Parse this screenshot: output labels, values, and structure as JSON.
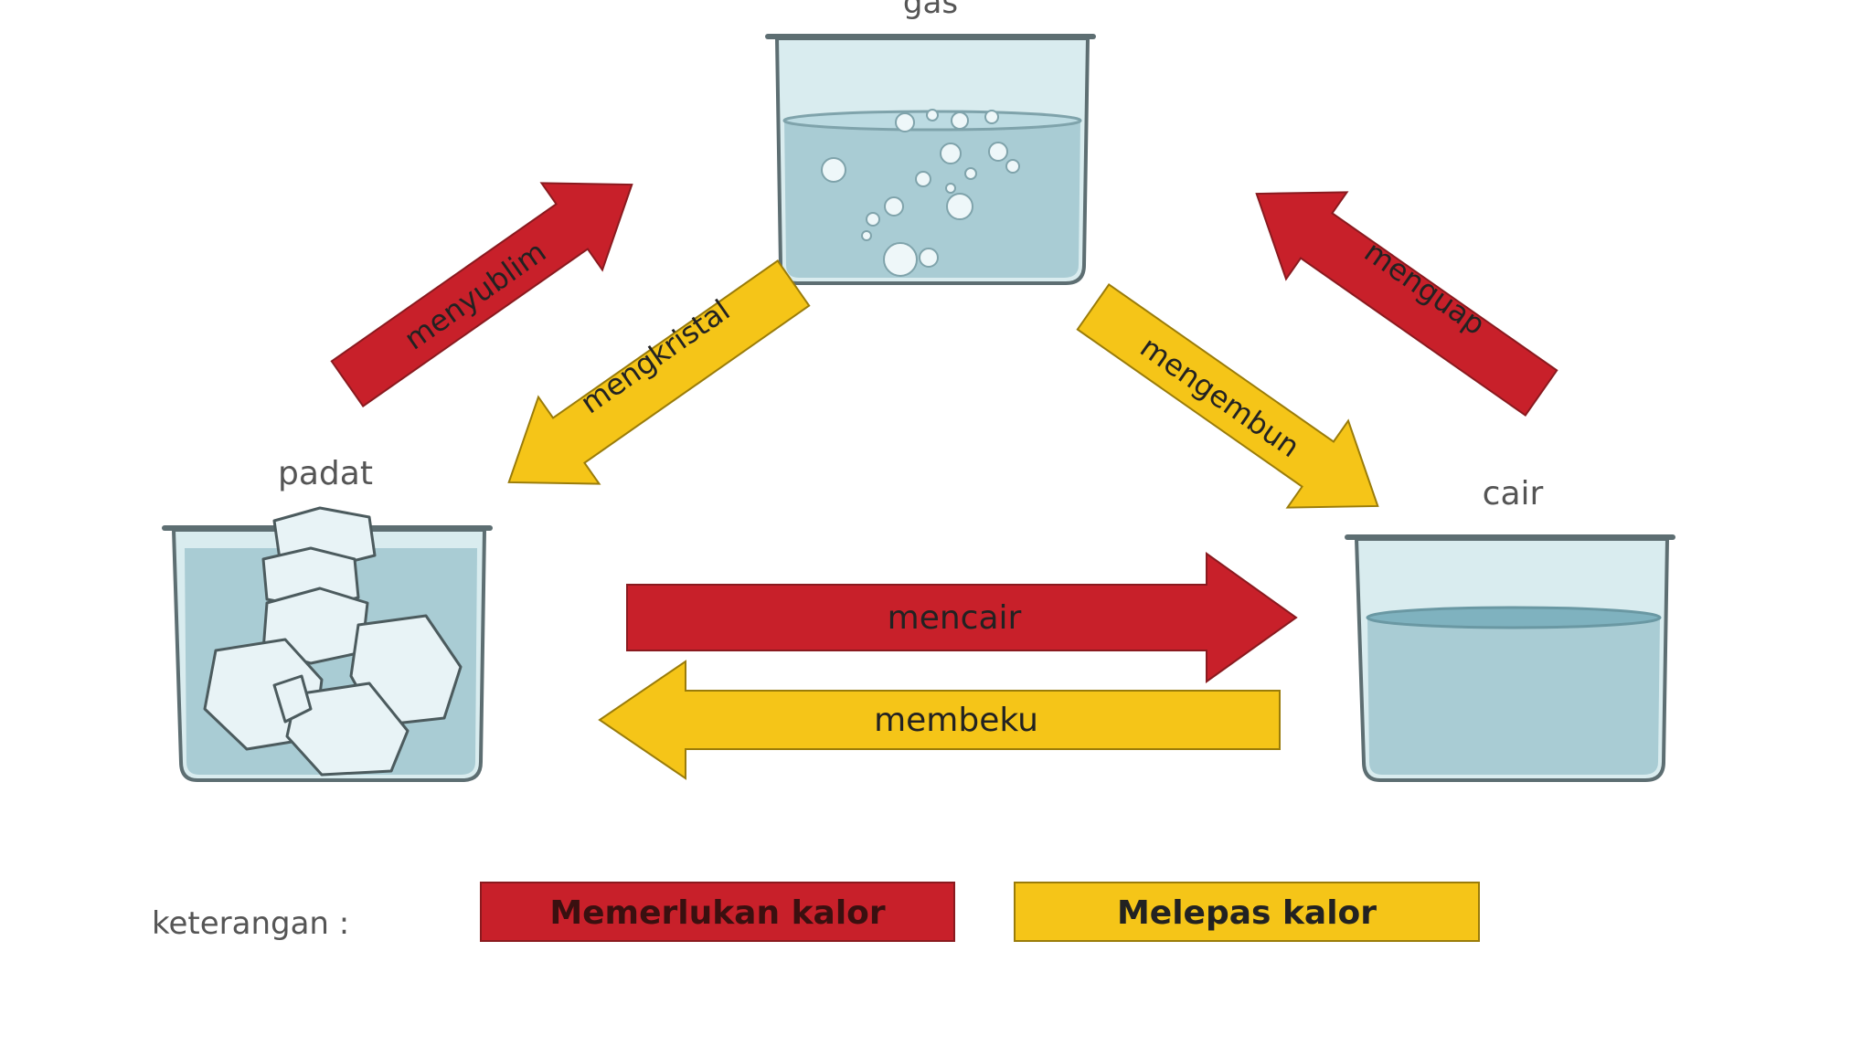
{
  "diagram": {
    "states": {
      "gas": "gas",
      "solid": "padat",
      "liquid": "cair"
    },
    "processes": {
      "sublimation": "menyublim",
      "deposition": "mengkristal",
      "evaporation": "menguap",
      "condensation": "mengembun",
      "melting": "mencair",
      "freezing": "membeku"
    },
    "legend": {
      "label": "keterangan :",
      "absorb": "Memerlukan kalor",
      "release": "Melepas kalor"
    },
    "colors": {
      "absorb": "#c8202a",
      "release": "#f5c518",
      "water": "#a9ccd4",
      "glass": "#d9ecef",
      "outline": "#5d6e72"
    }
  }
}
